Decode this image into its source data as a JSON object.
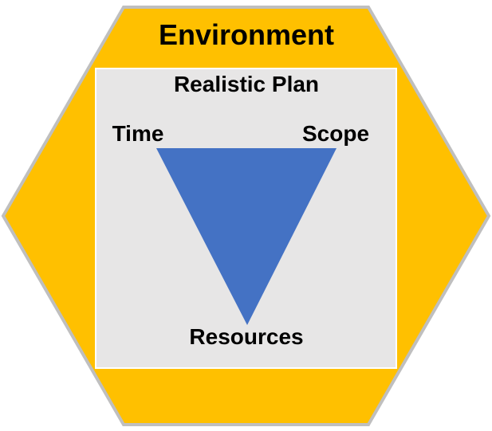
{
  "environment_label": "Environment",
  "plan_label": "Realistic Plan",
  "vertices": {
    "time": "Time",
    "scope": "Scope",
    "resources": "Resources"
  },
  "colors": {
    "hexagon": "#FFC000",
    "hexagon_border": "#BFBFBF",
    "panel": "#E7E6E6",
    "triangle": "#4472C4"
  }
}
